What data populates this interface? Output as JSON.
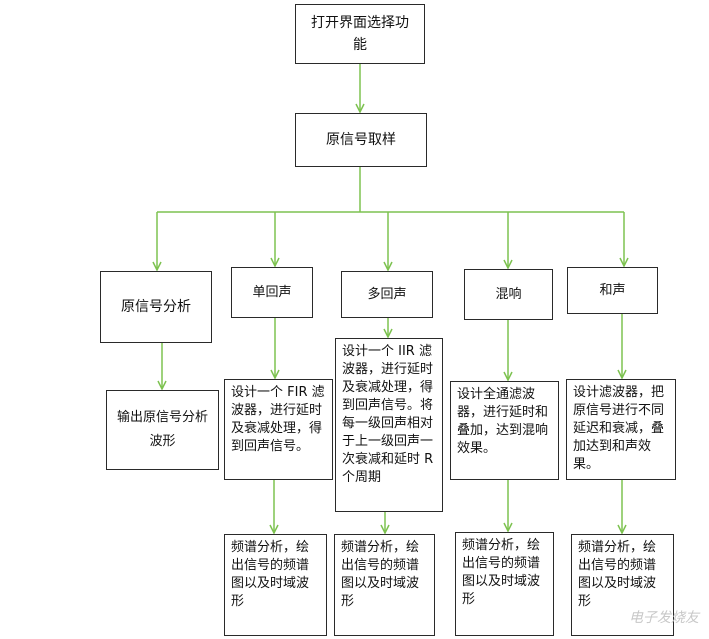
{
  "colors": {
    "arrow": "#7dc250",
    "border": "#2a2a2a",
    "text": "#111111"
  },
  "nodes": {
    "start": "打开界面选择功能",
    "sample": "原信号取样",
    "orig_analysis": "原信号分析",
    "orig_output": "输出原信号分析波形",
    "single_echo": "单回声",
    "multi_echo": "多回声",
    "reverb": "混响",
    "chorus": "和声",
    "fir_design": "设计一个 FIR 滤波器，进行延时及衰减处理，得到回声信号。",
    "iir_design": "设计一个 IIR 滤波器，进行延时及衰减处理，得到回声信号。将每一级回声相对于上一级回声一次衰减和延时 R 个周期",
    "allpass_design": "设计全通滤波器，进行延时和叠加，达到混响效果。",
    "chorus_design": "设计滤波器，把原信号进行不同延迟和衰减，叠加达到和声效果。",
    "spectrum_1": "频谱分析，绘出信号的频谱图以及时域波形",
    "spectrum_2": "频谱分析，绘出信号的频谱图以及时域波形",
    "spectrum_3": "频谱分析，绘出信号的频谱图以及时域波形",
    "spectrum_4": "频谱分析，绘出信号的频谱图以及时域波形"
  },
  "watermark": "电子发烧友"
}
